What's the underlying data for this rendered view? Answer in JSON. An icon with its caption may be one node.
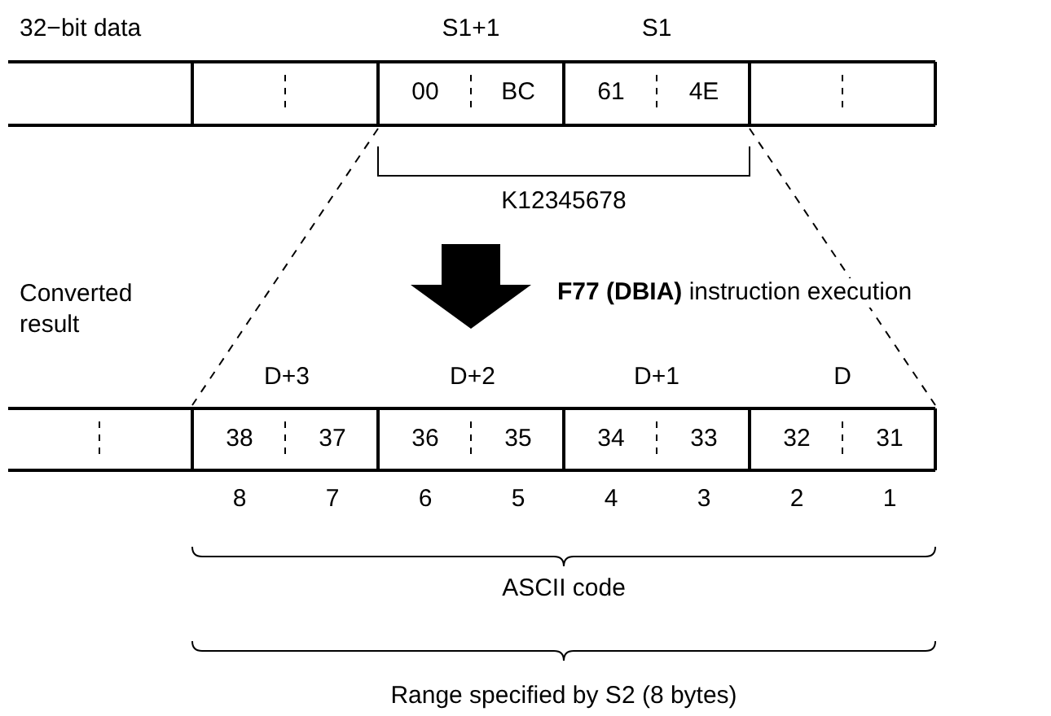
{
  "diagram": {
    "labels": [
      "32−bit data",
      "S1+1",
      "S1",
      "00",
      "BC",
      "61",
      "4E",
      "K12345678",
      "**F77 (DBIA)** instruction execution",
      "Converted result",
      "D+3",
      "D+2",
      "D+1",
      "D",
      "38",
      "37",
      "36",
      "35",
      "34",
      "33",
      "32",
      "31",
      "8",
      "7",
      "6",
      "5",
      "4",
      "3",
      "2",
      "1",
      "ASCII code",
      "Range specified by S2 (8 bytes)"
    ]
  }
}
